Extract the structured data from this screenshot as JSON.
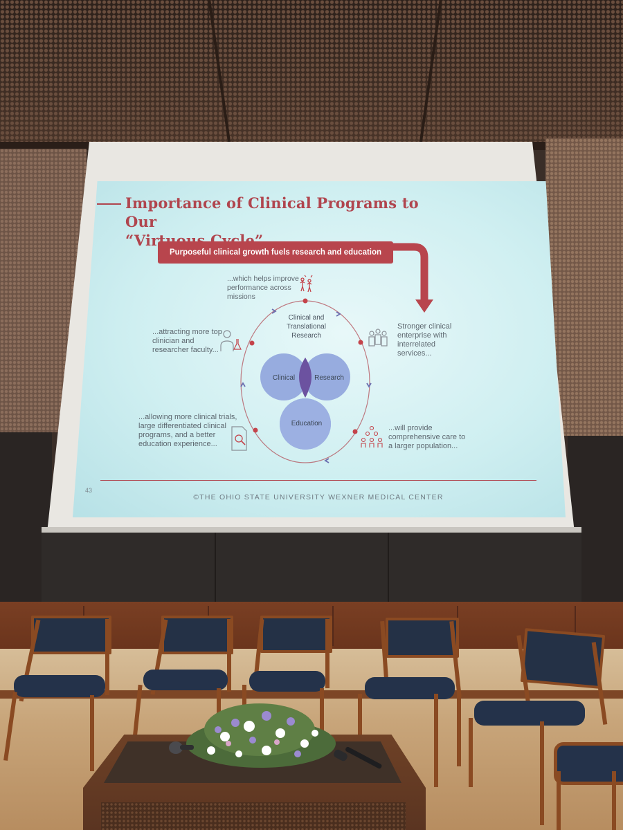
{
  "slide": {
    "title_line1": "Importance of Clinical Programs to Our",
    "title_line2": "“Virtuous Cycle”",
    "banner": "Purposeful clinical growth fuels research and education",
    "top_text": [
      "...which helps improve",
      "performance across",
      "missions"
    ],
    "right_top_text": [
      "Stronger clinical",
      "enterprise with",
      "interrelated",
      "services..."
    ],
    "right_bottom_text": [
      "...will provide",
      "comprehensive care to",
      "a larger population..."
    ],
    "left_bottom_text": [
      "...allowing more clinical trials,",
      "large differentiated clinical",
      "programs, and a better",
      "education experience..."
    ],
    "left_top_text": [
      "...attracting more top",
      "clinician and",
      "researcher faculty..."
    ],
    "cycle_heading": [
      "Clinical and",
      "Translational",
      "Research"
    ],
    "venn": {
      "clinical": "Clinical",
      "research": "Research",
      "education": "Education"
    },
    "page_number": "43",
    "footer": "©THE OHIO STATE UNIVERSITY WEXNER MEDICAL CENTER",
    "colors": {
      "accent": "#b8454d",
      "venn_fill": "#93a8de",
      "venn_overlap": "#6a4f9a"
    },
    "icons": [
      "celebration-icon",
      "team-icon",
      "population-icon",
      "document-search-icon",
      "scientist-icon"
    ]
  }
}
